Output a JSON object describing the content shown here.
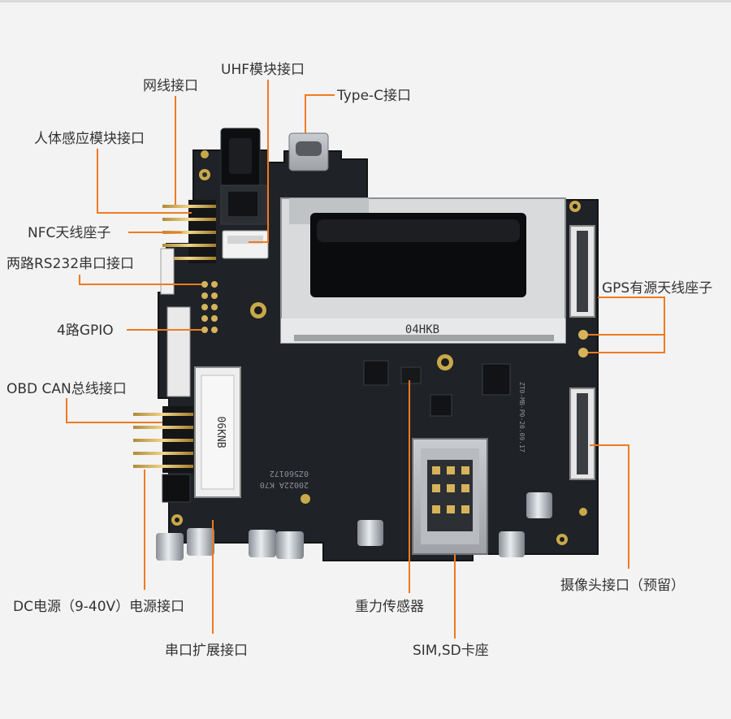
{
  "labels": {
    "network_port": "网线接口",
    "uhf_module_port": "UHF模块接口",
    "typec_port": "Type-C接口",
    "pir_module_port": "人体感应模块接口",
    "nfc_antenna_socket": "NFC天线座子",
    "rs232_port": "两路RS232串口接口",
    "gpio": "4路GPIO",
    "obd_can_port": "OBD CAN总线接口",
    "gps_antenna_socket": "GPS有源天线座子",
    "camera_port": "摄像头接口（预留）",
    "dc_power": "DC电源（9-40V）电源接口",
    "gravity_sensor": "重力传感器",
    "serial_expansion_port": "串口扩展接口",
    "sim_sd_slot": "SIM,SD卡座"
  },
  "board_markings": {
    "module_code": "04HKB",
    "slot_code": "06KNB",
    "board_code_1": "20022A K70",
    "board_code_2": "0Z560172",
    "side_code": "ZT0-MB-P0-20.09.17"
  },
  "colors": {
    "leader_line": "#f07a20",
    "pcb": "#1f2226",
    "label_text": "#333333"
  }
}
